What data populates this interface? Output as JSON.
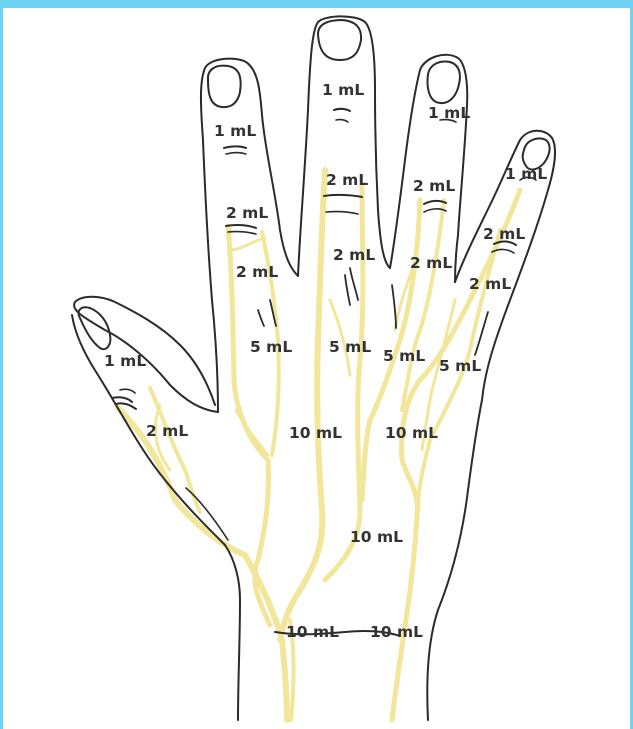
{
  "diagram": {
    "frame_color": "#6dd3f2",
    "outline_color": "#2b2b2b",
    "vein_color": "#f2e69a",
    "label_color": "#333333",
    "labels": {
      "thumb_tip": "1 mL",
      "thumb_base": "2 mL",
      "index_mid": "1 mL",
      "index_pip": "2 mL",
      "index_base": "2 mL",
      "index_mcp": "5 mL",
      "middle_tip": "1 mL",
      "middle_pip": "2 mL",
      "middle_base": "2 mL",
      "middle_mcp": "5 mL",
      "ring_tip": "1 mL",
      "ring_pip": "2 mL",
      "ring_base": "2 mL",
      "ring_mcp": "5 mL",
      "little_tip": "1 mL",
      "little_pip": "2 mL",
      "little_base": "2 mL",
      "little_mcp": "5 mL",
      "palm_left": "10 mL",
      "palm_right": "10 mL",
      "palm_center": "10 mL",
      "wrist_left": "10 mL",
      "wrist_right": "10 mL"
    }
  }
}
